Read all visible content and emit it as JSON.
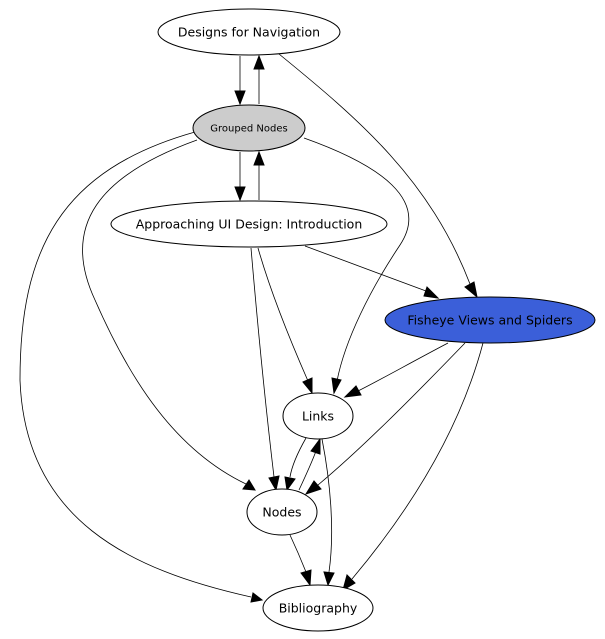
{
  "graph": {
    "colors": {
      "default_fill": "#ffffff",
      "grouped_fill": "#cccccc",
      "highlight_fill": "#3b5fd9",
      "stroke": "#000000",
      "edge": "#000000"
    },
    "nodes": [
      {
        "id": "designs",
        "label": "Designs for Navigation",
        "style": "default"
      },
      {
        "id": "grouped",
        "label": "Grouped Nodes",
        "style": "grouped"
      },
      {
        "id": "approaching",
        "label": "Approaching UI Design: Introduction",
        "style": "default"
      },
      {
        "id": "fisheye",
        "label": "Fisheye Views and Spiders",
        "style": "highlight"
      },
      {
        "id": "links",
        "label": "Links",
        "style": "default"
      },
      {
        "id": "nodes",
        "label": "Nodes",
        "style": "default"
      },
      {
        "id": "bibliography",
        "label": "Bibliography",
        "style": "default"
      }
    ],
    "edges": [
      {
        "from": "designs",
        "to": "grouped"
      },
      {
        "from": "grouped",
        "to": "designs"
      },
      {
        "from": "designs",
        "to": "fisheye"
      },
      {
        "from": "grouped",
        "to": "approaching"
      },
      {
        "from": "approaching",
        "to": "grouped"
      },
      {
        "from": "grouped",
        "to": "links"
      },
      {
        "from": "grouped",
        "to": "nodes"
      },
      {
        "from": "grouped",
        "to": "bibliography"
      },
      {
        "from": "approaching",
        "to": "fisheye"
      },
      {
        "from": "approaching",
        "to": "links"
      },
      {
        "from": "approaching",
        "to": "nodes"
      },
      {
        "from": "fisheye",
        "to": "links"
      },
      {
        "from": "fisheye",
        "to": "nodes"
      },
      {
        "from": "fisheye",
        "to": "bibliography"
      },
      {
        "from": "links",
        "to": "nodes"
      },
      {
        "from": "nodes",
        "to": "links"
      },
      {
        "from": "links",
        "to": "bibliography"
      },
      {
        "from": "nodes",
        "to": "bibliography"
      }
    ]
  }
}
